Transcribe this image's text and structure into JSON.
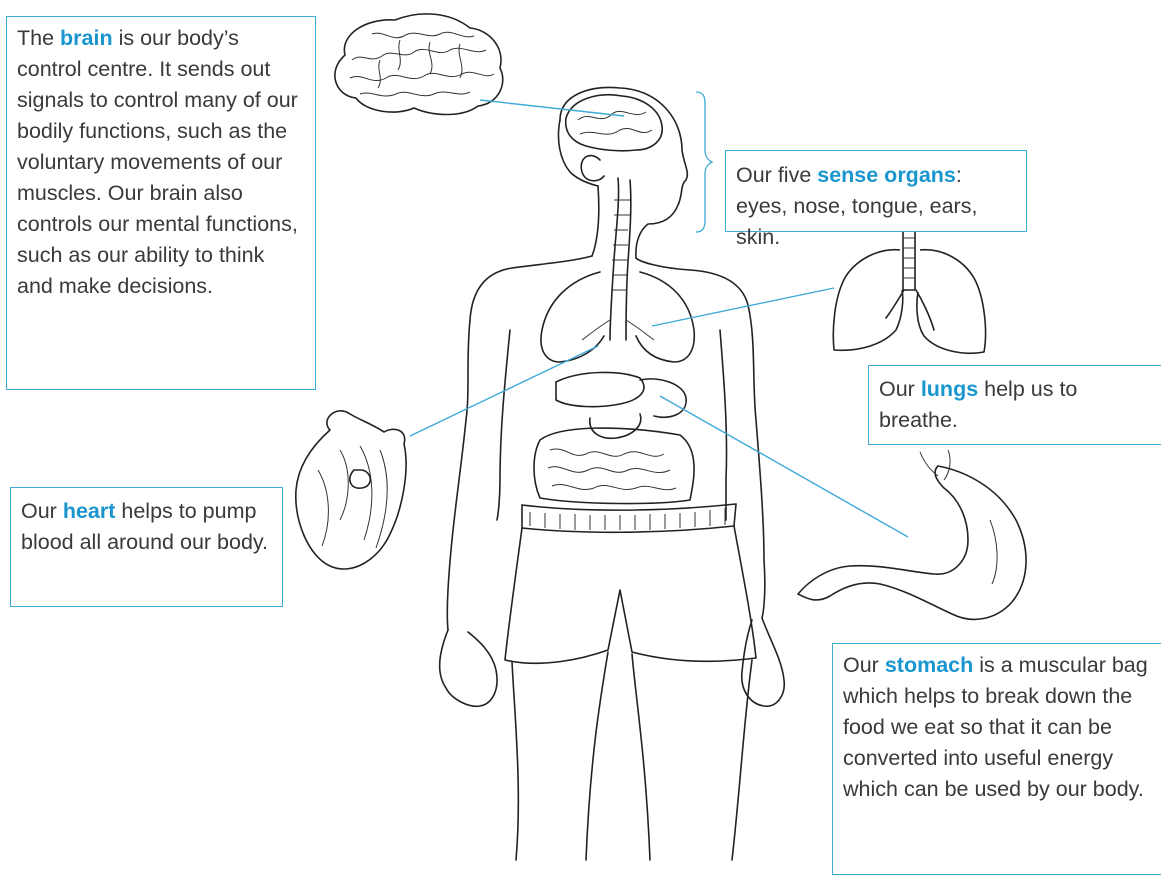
{
  "callouts": {
    "brain": {
      "before": "The ",
      "term": "brain",
      "after": " is our body’s control centre. It sends out signals to control many of our bodily functions, such as the voluntary movements of our muscles. Our brain also controls our mental functions, such as our ability to think and make decisions."
    },
    "sense_organs": {
      "before": "Our five ",
      "term": "sense organs",
      "after": ": eyes, nose, tongue, ears, skin."
    },
    "lungs": {
      "before": "Our ",
      "term": "lungs",
      "after": " help us to breathe."
    },
    "heart": {
      "before": "Our ",
      "term": "heart",
      "after": " helps to pump blood all around our body."
    },
    "stomach": {
      "before": "Our ",
      "term": "stomach",
      "after": " is a muscular bag which helps to break down the food we eat so that it can be converted into useful energy which can be used by our body."
    }
  },
  "colors": {
    "accent": "#1a96cf",
    "box_border": "#3fa9d8",
    "text": "#3a3a3a",
    "line_art": "#222222"
  }
}
